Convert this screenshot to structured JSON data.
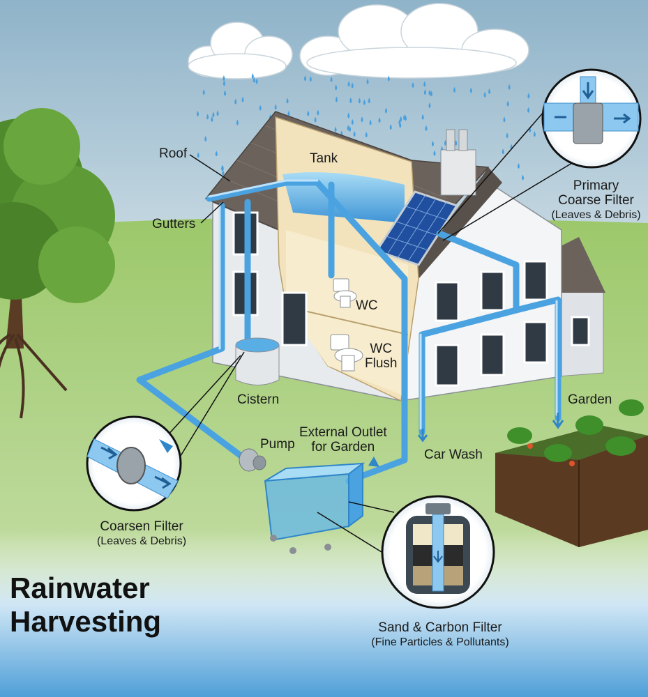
{
  "title": {
    "line1": "Rainwater",
    "line2": "Harvesting"
  },
  "labels": {
    "roof": "Roof",
    "gutters": "Gutters",
    "tank": "Tank",
    "wc": "WC",
    "wc_flush_1": "WC",
    "wc_flush_2": "Flush",
    "cistern": "Cistern",
    "pump": "Pump",
    "external_outlet_1": "External Outlet",
    "external_outlet_2": "for Garden",
    "car_wash": "Car Wash",
    "garden": "Garden",
    "primary_filter_1": "Primary",
    "primary_filter_2": "Coarse Filter",
    "primary_filter_3": "(Leaves & Debris)",
    "coarsen_filter_1": "Coarsen Filter",
    "coarsen_filter_2": "(Leaves & Debris)",
    "sand_filter_1": "Sand & Carbon Filter",
    "sand_filter_2": "(Fine Particles & Pollutants)"
  },
  "colors": {
    "sky_top": "#8fb3c9",
    "grass": "#8dbd5a",
    "water_pipe": "#4aa3e0",
    "house_wall": "#eef0f2",
    "roof": "#6b625c",
    "bottom_water": "#5ba8de"
  }
}
